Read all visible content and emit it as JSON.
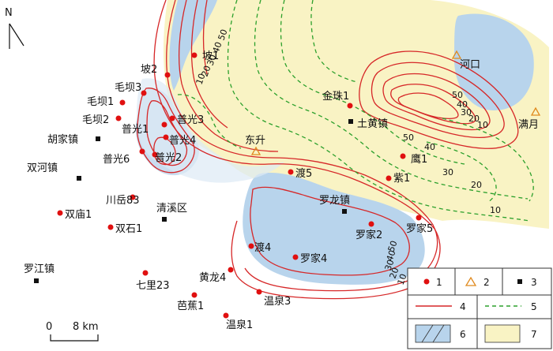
{
  "north_label": "N",
  "scale_bar": {
    "zero": "0",
    "distance": "8 km"
  },
  "wells": [
    "坡1",
    "坡2",
    "毛坝3",
    "毛坝1",
    "毛坝2",
    "普光1",
    "普光3",
    "普光4",
    "普光6",
    "普光2",
    "川岳83",
    "双庙1",
    "双石1",
    "七里23",
    "黄龙4",
    "芭蕉1",
    "温泉1",
    "温泉3",
    "渡4",
    "渡5",
    "罗家4",
    "罗家2",
    "罗家5",
    "金珠1",
    "鹰1",
    "紫1"
  ],
  "outcrops": [
    "东升",
    "河口",
    "满月"
  ],
  "towns": [
    "胡家镇",
    "双河镇",
    "清溪区",
    "罗江镇",
    "土黄镇",
    "罗龙镇"
  ],
  "contour_labels": [
    "50",
    "40",
    "30",
    "20",
    "10",
    "50",
    "40",
    "30",
    "20",
    "10",
    "50",
    "40",
    "30",
    "20",
    "10",
    "50",
    "40",
    "30",
    "20",
    "10"
  ],
  "legend": [
    "1",
    "2",
    "3",
    "4",
    "5",
    "6",
    "7"
  ],
  "colors": {
    "blue_fill": "#b8d4ec",
    "yellow_fill": "#f9f3c4",
    "red_line": "#d62728",
    "green_dash": "#2ca02c",
    "well_dot": "#e01010",
    "outcrop": "#e08a1e"
  }
}
